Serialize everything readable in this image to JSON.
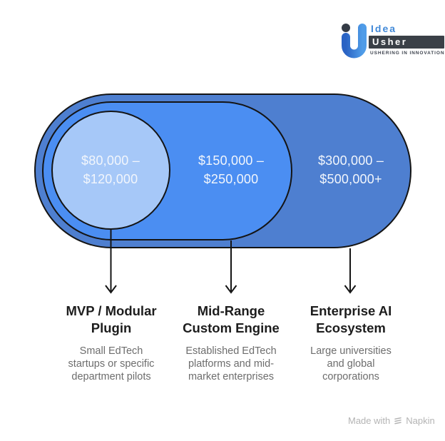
{
  "logo": {
    "brand_top": "Idea",
    "brand_bottom": "Usher",
    "tagline": "USHERING IN INNOVATION"
  },
  "tiers": [
    {
      "price": "$80,000 –\n$120,000",
      "title": "MVP / Modular\nPlugin",
      "description": "Small EdTech\nstartups or specific\ndepartment pilots"
    },
    {
      "price": "$150,000 –\n$250,000",
      "title": "Mid-Range\nCustom Engine",
      "description": "Established EdTech\nplatforms and mid-\nmarket enterprises"
    },
    {
      "price": "$300,000 –\n$500,000+",
      "title": "Enterprise AI\nEcosystem",
      "description": "Large universities\nand global\ncorporations"
    }
  ],
  "colors": {
    "outer_pill": "#4E7FD0",
    "middle_pill": "#4B8EF2",
    "inner_circle": "#A6C8F8",
    "outline": "#141414",
    "price_text": "#F2F6FC"
  },
  "watermark": {
    "prefix": "Made with",
    "brand": "Napkin"
  }
}
